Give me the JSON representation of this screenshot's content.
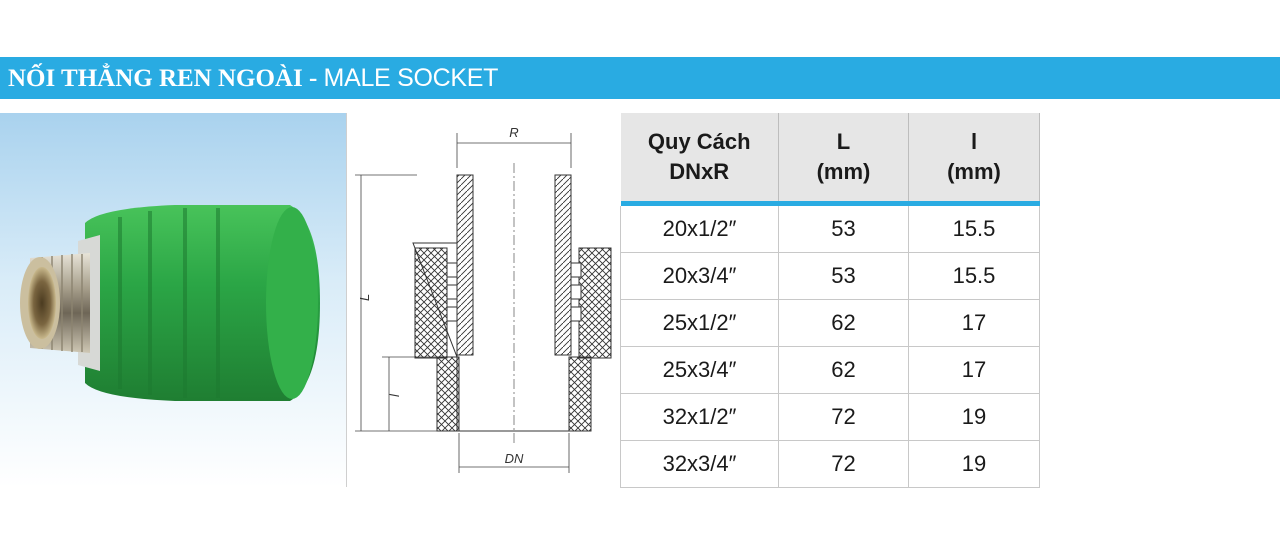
{
  "banner": {
    "title_vi": "NỐI THẲNG REN NGOÀI",
    "separator": " - ",
    "title_en": "MALE SOCKET",
    "color": "#29abe2"
  },
  "drawing": {
    "dim_r": "R",
    "dim_L": "L",
    "dim_l": "l",
    "dim_dn": "DN"
  },
  "table": {
    "headers": [
      {
        "line1": "Quy Cách",
        "line2": "DNxR"
      },
      {
        "line1": "L",
        "line2": "(mm)"
      },
      {
        "line1": "l",
        "line2": "(mm)"
      }
    ],
    "rows": [
      {
        "spec": "20x1/2″",
        "L": "53",
        "l": "15.5"
      },
      {
        "spec": "20x3/4″",
        "L": "53",
        "l": "15.5"
      },
      {
        "spec": "25x1/2″",
        "L": "62",
        "l": "17"
      },
      {
        "spec": "25x3/4″",
        "L": "62",
        "l": "17"
      },
      {
        "spec": "32x1/2″",
        "L": "72",
        "l": "19"
      },
      {
        "spec": "32x3/4″",
        "L": "72",
        "l": "19"
      }
    ]
  }
}
